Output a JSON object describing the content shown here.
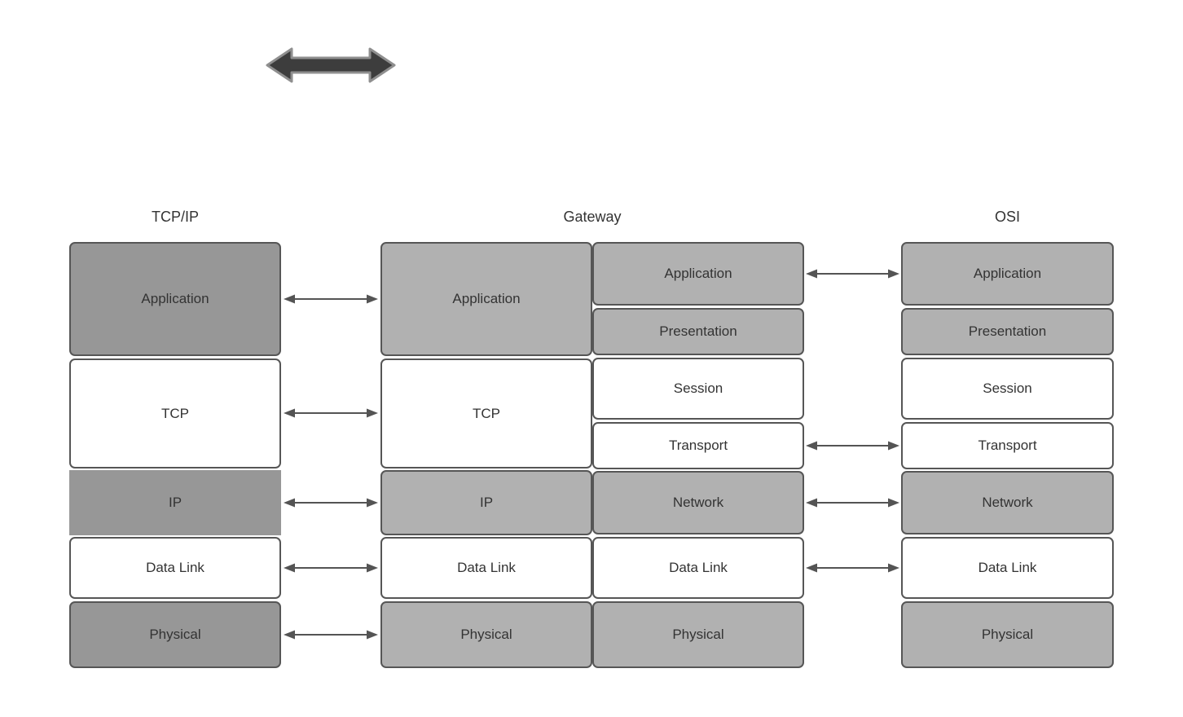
{
  "headers": {
    "tcpip": "TCP/IP",
    "gateway": "Gateway",
    "osi": "OSI"
  },
  "tcpip_stack": {
    "layers": [
      {
        "label": "Application"
      },
      {
        "label": "TCP"
      },
      {
        "label": "IP"
      },
      {
        "label": "Data Link"
      },
      {
        "label": "Physical"
      }
    ]
  },
  "gateway_left_stack": {
    "layers": [
      {
        "label": "Application"
      },
      {
        "label": "TCP"
      },
      {
        "label": "IP"
      },
      {
        "label": "Data Link"
      },
      {
        "label": "Physical"
      }
    ]
  },
  "gateway_right_stack": {
    "layers": [
      {
        "label": "Application"
      },
      {
        "label": "Presentation"
      },
      {
        "label": "Session"
      },
      {
        "label": "Transport"
      },
      {
        "label": "Network"
      },
      {
        "label": "Data Link"
      },
      {
        "label": "Physical"
      }
    ]
  },
  "osi_stack": {
    "layers": [
      {
        "label": "Application"
      },
      {
        "label": "Presentation"
      },
      {
        "label": "Session"
      },
      {
        "label": "Transport"
      },
      {
        "label": "Network"
      },
      {
        "label": "Data Link"
      },
      {
        "label": "Physical"
      }
    ]
  },
  "connections": {
    "tcpip_to_gateway_rows": [
      "Application",
      "TCP",
      "IP",
      "Data Link",
      "Physical"
    ],
    "gateway_to_osi_rows": [
      "Application",
      "Transport",
      "Network",
      "Data Link"
    ]
  },
  "icons": {
    "top_arrow": "double-headed-arrow"
  },
  "colors": {
    "background": "#ffffff",
    "box_dark": "#979797",
    "box_light": "#b1b1b1",
    "border": "#565656",
    "text": "#333333",
    "connector": "#545454",
    "top_arrow_fill": "#3d3d3d",
    "top_arrow_stroke": "#8f8f8f"
  }
}
